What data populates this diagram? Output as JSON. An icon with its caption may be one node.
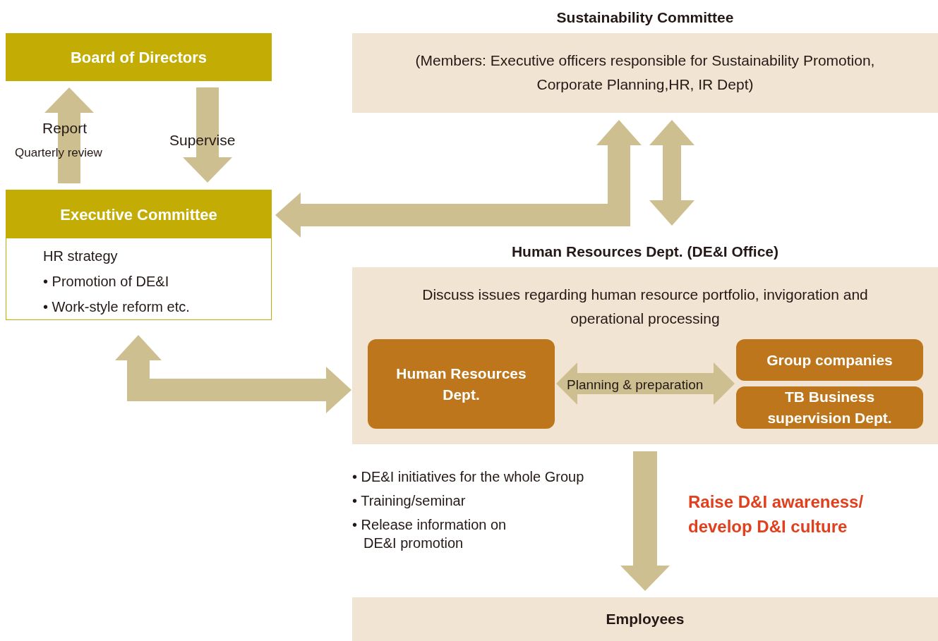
{
  "diagram": {
    "nodes": [
      {
        "text": [
          "Board of Directors"
        ]
      },
      {
        "text": [
          "Executive Committee",
          "HR strategy",
          "• Promotion of DE&I",
          "• Work-style reform etc."
        ]
      },
      {
        "text": [
          "Sustainability Committee",
          "(Members: Executive officers responsible for Sustainability Promotion, Corporate Planning,HR, IR Dept)"
        ]
      },
      {
        "text": [
          "Human Resources Dept. (DE&I Office)",
          "Discuss issues regarding human resource portfolio, invigoration and operational processing"
        ]
      },
      {
        "text": [
          "Human Resources Dept."
        ],
        "in": 3
      },
      {
        "text": [
          "Group companies"
        ],
        "in": 3
      },
      {
        "text": [
          "TB Business supervision Dept."
        ],
        "in": 3
      },
      {
        "text": [
          "Employees"
        ]
      }
    ],
    "edges": [
      {
        "from": 1,
        "to": 0,
        "arrow": "to",
        "label": "Report"
      },
      {
        "from": 0,
        "to": 1,
        "arrow": "to",
        "label": "Supervise"
      },
      {
        "from": 2,
        "to": 1,
        "arrow": "both"
      },
      {
        "from": 2,
        "to": 3,
        "arrow": "both"
      },
      {
        "from": 1,
        "to": 3,
        "arrow": "both"
      },
      {
        "from": 4,
        "to": 5,
        "arrow": "both",
        "label": "Planning & preparation"
      },
      {
        "from": 4,
        "to": 6,
        "arrow": "both"
      },
      {
        "from": 3,
        "to": 7,
        "arrow": "to"
      }
    ],
    "labels": [
      "Quarterly review",
      "• DE&I initiatives for the whole Group",
      "• Training/seminar",
      "• Release information on DE&I promotion",
      "Raise D&I awareness/ develop D&I culture"
    ]
  }
}
